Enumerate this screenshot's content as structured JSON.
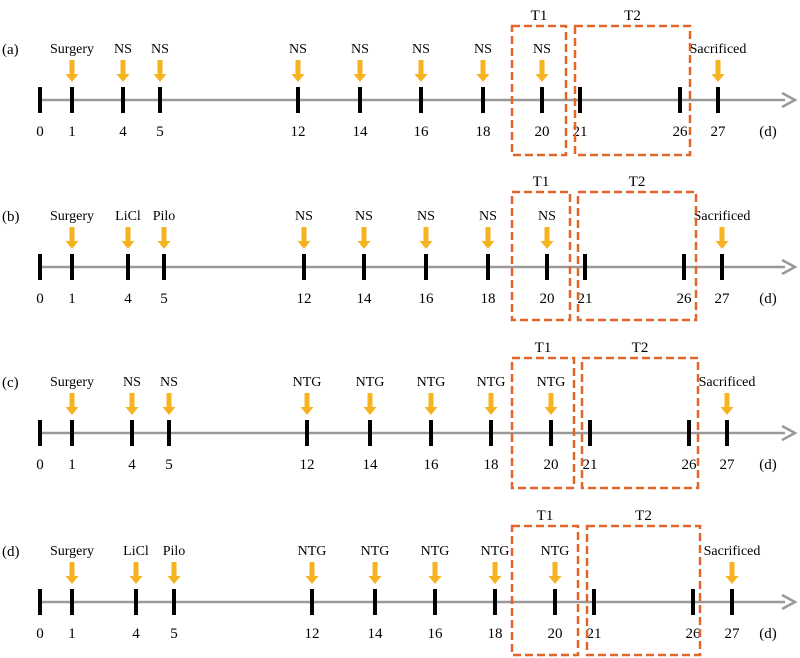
{
  "colors": {
    "axis": "#999999",
    "tick": "#000000",
    "arrow": "#f5b320",
    "box": "#e2652a",
    "text": "#000000"
  },
  "unit_label": "(d)",
  "panels": [
    {
      "id": "a",
      "label": "(a)",
      "ticks": [
        "0",
        "1",
        "4",
        "5",
        "12",
        "14",
        "16",
        "18",
        "20",
        "21",
        "26",
        "27"
      ],
      "events": [
        {
          "label": "Surgery",
          "day": "1"
        },
        {
          "label": "NS",
          "day": "4"
        },
        {
          "label": "NS",
          "day": "5"
        },
        {
          "label": "NS",
          "day": "12"
        },
        {
          "label": "NS",
          "day": "14"
        },
        {
          "label": "NS",
          "day": "16"
        },
        {
          "label": "NS",
          "day": "18"
        },
        {
          "label": "NS",
          "day": "20"
        },
        {
          "label": "Sacrificed",
          "day": "27"
        }
      ],
      "boxes": [
        {
          "label": "T1"
        },
        {
          "label": "T2"
        }
      ]
    },
    {
      "id": "b",
      "label": "(b)",
      "ticks": [
        "0",
        "1",
        "4",
        "5",
        "12",
        "14",
        "16",
        "18",
        "20",
        "21",
        "26",
        "27"
      ],
      "events": [
        {
          "label": "Surgery",
          "day": "1"
        },
        {
          "label": "LiCl",
          "day": "4"
        },
        {
          "label": "Pilo",
          "day": "5"
        },
        {
          "label": "NS",
          "day": "12"
        },
        {
          "label": "NS",
          "day": "14"
        },
        {
          "label": "NS",
          "day": "16"
        },
        {
          "label": "NS",
          "day": "18"
        },
        {
          "label": "NS",
          "day": "20"
        },
        {
          "label": "Sacrificed",
          "day": "27"
        }
      ],
      "boxes": [
        {
          "label": "T1"
        },
        {
          "label": "T2"
        }
      ]
    },
    {
      "id": "c",
      "label": "(c)",
      "ticks": [
        "0",
        "1",
        "4",
        "5",
        "12",
        "14",
        "16",
        "18",
        "20",
        "21",
        "26",
        "27"
      ],
      "events": [
        {
          "label": "Surgery",
          "day": "1"
        },
        {
          "label": "NS",
          "day": "4"
        },
        {
          "label": "NS",
          "day": "5"
        },
        {
          "label": "NTG",
          "day": "12"
        },
        {
          "label": "NTG",
          "day": "14"
        },
        {
          "label": "NTG",
          "day": "16"
        },
        {
          "label": "NTG",
          "day": "18"
        },
        {
          "label": "NTG",
          "day": "20"
        },
        {
          "label": "Sacrificed",
          "day": "27"
        }
      ],
      "boxes": [
        {
          "label": "T1"
        },
        {
          "label": "T2"
        }
      ]
    },
    {
      "id": "d",
      "label": "(d)",
      "ticks": [
        "0",
        "1",
        "4",
        "5",
        "12",
        "14",
        "16",
        "18",
        "20",
        "21",
        "26",
        "27"
      ],
      "events": [
        {
          "label": "Surgery",
          "day": "1"
        },
        {
          "label": "LiCl",
          "day": "4"
        },
        {
          "label": "Pilo",
          "day": "5"
        },
        {
          "label": "NTG",
          "day": "12"
        },
        {
          "label": "NTG",
          "day": "14"
        },
        {
          "label": "NTG",
          "day": "16"
        },
        {
          "label": "NTG",
          "day": "18"
        },
        {
          "label": "NTG",
          "day": "20"
        },
        {
          "label": "Sacrificed",
          "day": "27"
        }
      ],
      "boxes": [
        {
          "label": "T1"
        },
        {
          "label": "T2"
        }
      ]
    }
  ]
}
